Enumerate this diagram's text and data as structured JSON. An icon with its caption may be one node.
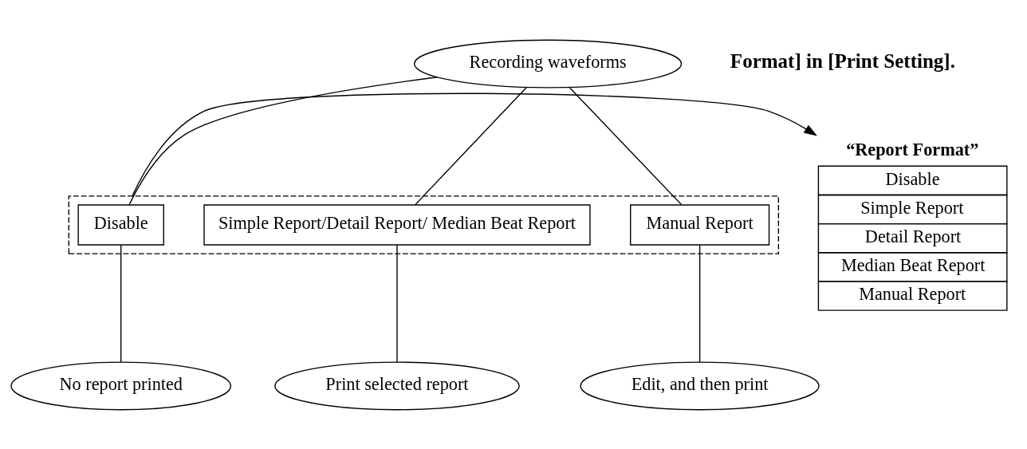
{
  "diagram": {
    "nodes": [
      {
        "text": [
          "Recording waveforms"
        ]
      },
      {
        "text": [],
        "shape": "box"
      },
      {
        "text": [
          "Disable"
        ],
        "in": 1
      },
      {
        "text": [
          "Simple Report/Detail Report/ Median Beat Report"
        ],
        "in": 1
      },
      {
        "text": [
          "Manual Report"
        ],
        "in": 1
      },
      {
        "text": [
          "“Report Format”",
          "Disable",
          "Simple Report",
          "Detail Report",
          "Median Beat Report",
          "Manual Report"
        ]
      },
      {
        "text": [
          "No report printed"
        ]
      },
      {
        "text": [
          "Print selected report"
        ]
      },
      {
        "text": [
          "Edit, and then print"
        ]
      }
    ],
    "edges": [
      {
        "from": 0,
        "to": 2,
        "arrow": "none"
      },
      {
        "from": 0,
        "to": 3,
        "arrow": "none"
      },
      {
        "from": 0,
        "to": 4,
        "arrow": "none"
      },
      {
        "from": 1,
        "to": 5,
        "arrow": "to"
      },
      {
        "from": 2,
        "to": 6,
        "arrow": "none"
      },
      {
        "from": 3,
        "to": 7,
        "arrow": "none"
      },
      {
        "from": 4,
        "to": 8,
        "arrow": "none"
      }
    ],
    "labels": [
      "Format] in [Print Setting]."
    ]
  }
}
